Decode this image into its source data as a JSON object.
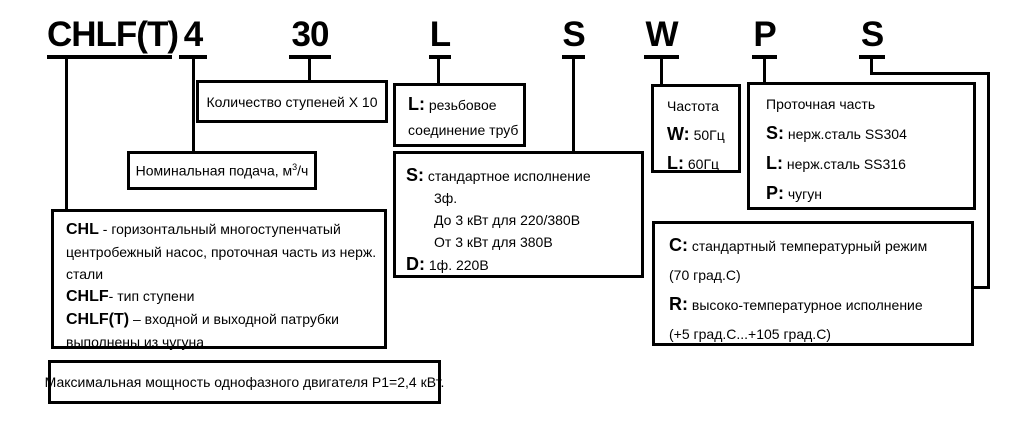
{
  "code": {
    "series": "CHLF(T)",
    "flow": "4",
    "stages": "30",
    "connection": "L",
    "phase": "S",
    "frequency": "W",
    "wetted": "P",
    "temperature": "S"
  },
  "boxes": {
    "stages": {
      "text": "Количество ступеней X 10"
    },
    "flow": {
      "text": "Номинальная подача, м",
      "sup": "3",
      "tail": "/ч"
    },
    "connection": {
      "key": "L:",
      "lines": [
        "резьбовое",
        "соединение труб"
      ]
    },
    "series": {
      "lines": [
        {
          "key": "CHL",
          "text": " - горизонтальный многоступенчатый"
        },
        {
          "key": "",
          "text": "центробежный насос, проточная часть из нерж."
        },
        {
          "key": "",
          "text": "стали"
        },
        {
          "key": "CHLF",
          "text": "- тип ступени"
        },
        {
          "key": "CHLF(T)",
          "text": " – входной и выходной патрубки"
        },
        {
          "key": "",
          "text": "выполнены из чугуна"
        }
      ]
    },
    "phase": {
      "standard": {
        "key": "S:",
        "text": "стандартное исполнение"
      },
      "details": [
        "3ф.",
        "До 3 кВт для 220/380В",
        "От 3 кВт для 380В"
      ],
      "single": {
        "key": "D:",
        "text": "1ф. 220В"
      }
    },
    "frequency": {
      "title": "Частота",
      "items": [
        {
          "key": "W:",
          "text": "50Гц"
        },
        {
          "key": "L:",
          "text": "60Гц"
        }
      ]
    },
    "wetted": {
      "title": "Проточная часть",
      "items": [
        {
          "key": "S:",
          "text": "нерж.сталь SS304"
        },
        {
          "key": "L:",
          "text": "нерж.сталь SS316"
        },
        {
          "key": "P:",
          "text": "чугун"
        }
      ]
    },
    "temperature": {
      "lines": [
        {
          "key": "C:",
          "text": "стандартный температурный режим"
        },
        {
          "key": "",
          "text": "(70 град.С)"
        },
        {
          "key": "R:",
          "text": "высоко-температурное исполнение"
        },
        {
          "key": "",
          "text": "(+5 град.С...+105 град.С)"
        }
      ]
    },
    "power": {
      "text": "Максимальная мощность однофазного двигателя P1=2,4 кВт."
    }
  },
  "colors": {
    "background": "#ffffff",
    "line": "#000000",
    "text": "#000000"
  }
}
